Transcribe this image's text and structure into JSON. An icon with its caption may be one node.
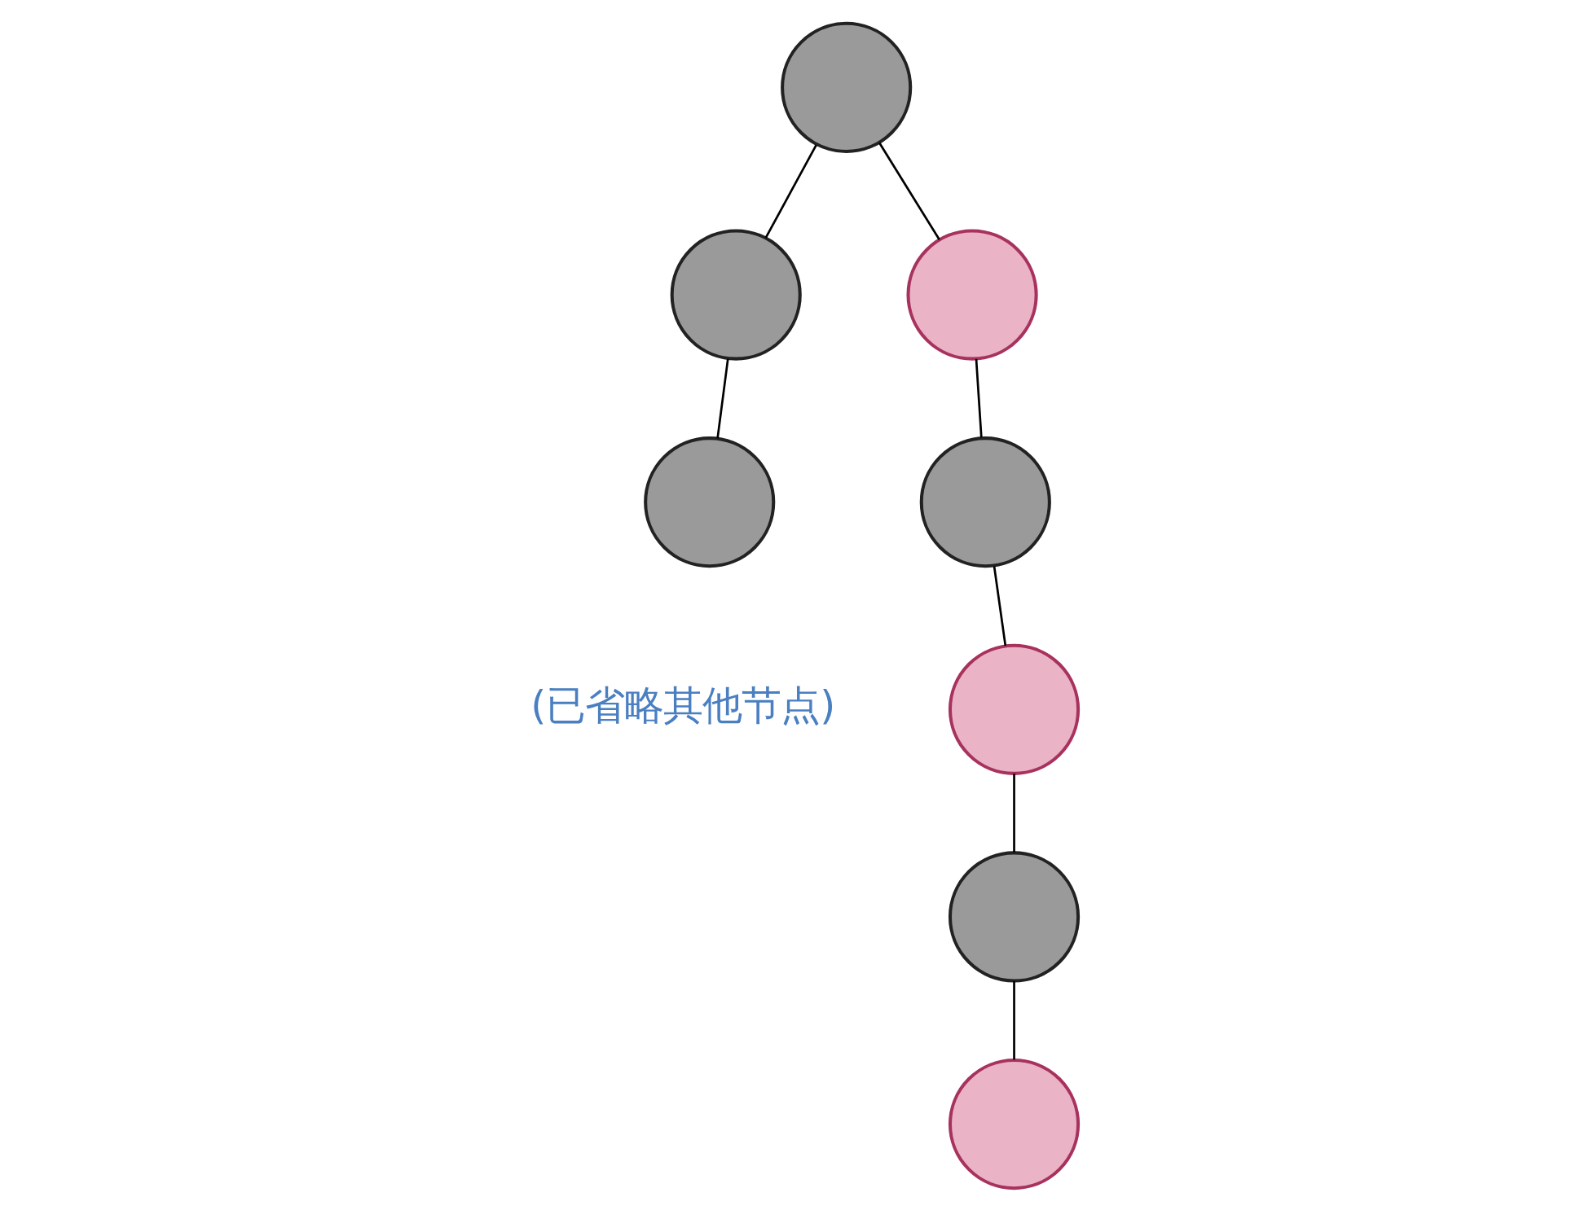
{
  "diagram": {
    "nodes": [
      {
        "text": [],
        "shape": "circle"
      },
      {
        "text": [],
        "shape": "circle"
      },
      {
        "text": [],
        "shape": "circle"
      },
      {
        "text": [],
        "shape": "circle"
      },
      {
        "text": [],
        "shape": "circle"
      },
      {
        "text": [],
        "shape": "circle"
      },
      {
        "text": [],
        "shape": "circle"
      },
      {
        "text": [],
        "shape": "circle"
      }
    ],
    "edges": [
      {
        "from": 0,
        "to": 1,
        "arrow": "none"
      },
      {
        "from": 0,
        "to": 2,
        "arrow": "none"
      },
      {
        "from": 1,
        "to": 3,
        "arrow": "none"
      },
      {
        "from": 2,
        "to": 4,
        "arrow": "none"
      },
      {
        "from": 4,
        "to": 5,
        "arrow": "none"
      },
      {
        "from": 5,
        "to": 6,
        "arrow": "none"
      },
      {
        "from": 6,
        "to": 7,
        "arrow": "none"
      }
    ],
    "labels": [
      "(已省略其他节点)"
    ]
  }
}
